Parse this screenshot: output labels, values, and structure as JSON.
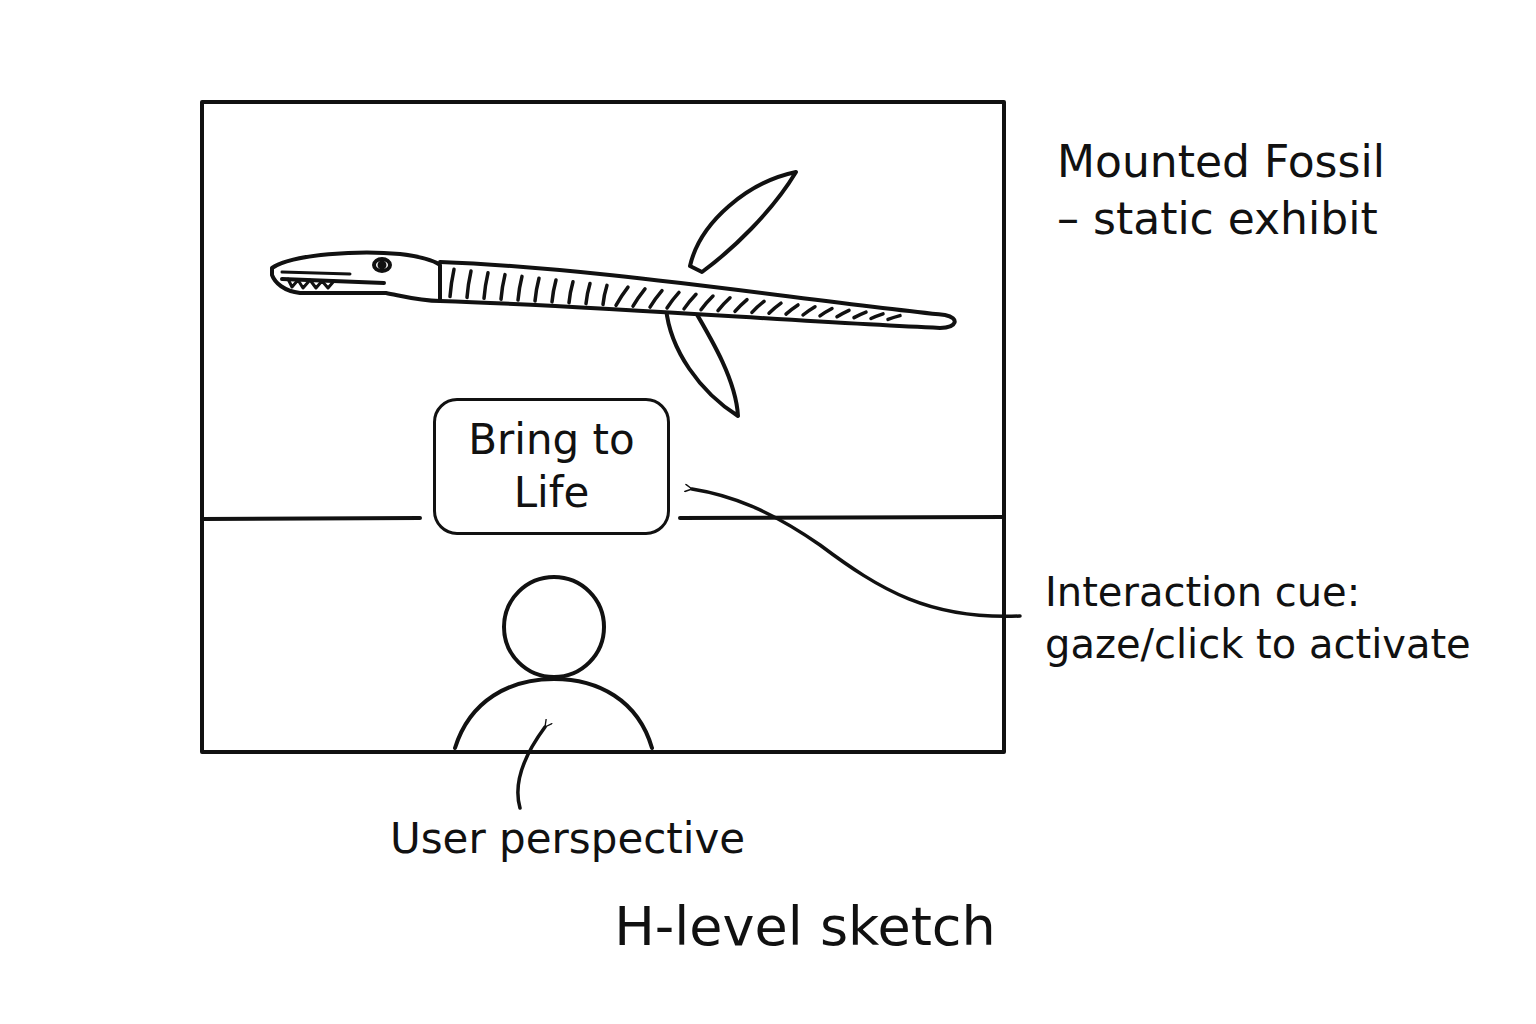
{
  "diagram": {
    "caption": "H-level sketch",
    "nodes": [
      {
        "text": [
          "Bring to Life"
        ]
      }
    ],
    "labels": [
      "Mounted Fossil – static exhibit",
      "Interaction cue: gaze/click to activate",
      "User perspective"
    ]
  }
}
